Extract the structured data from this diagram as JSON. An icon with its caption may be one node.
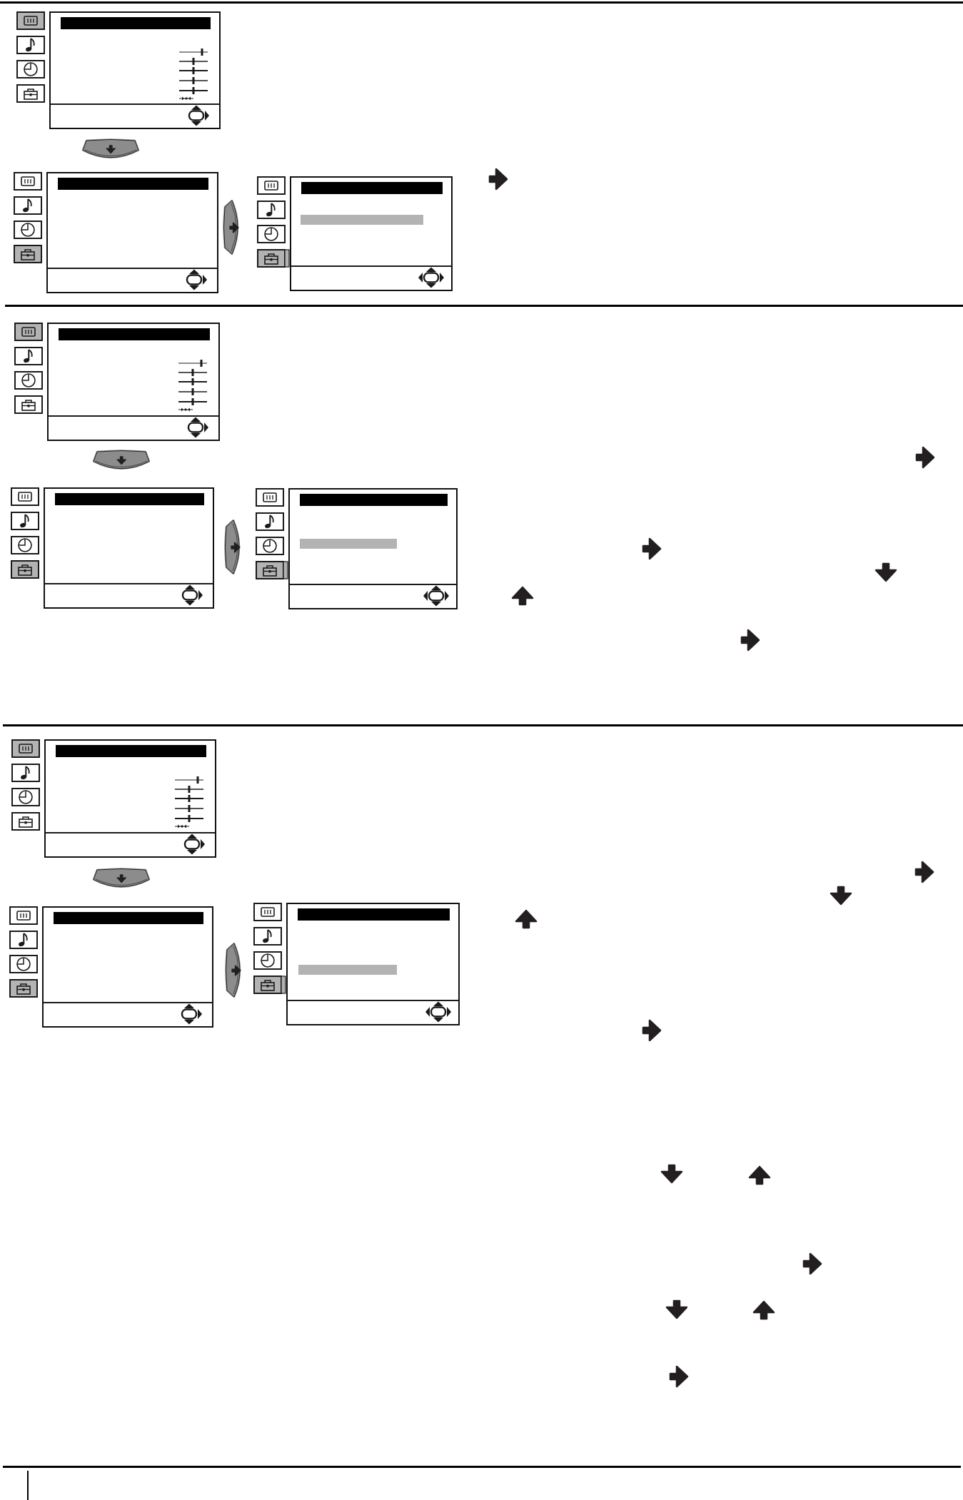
{
  "diagram": {
    "nodes": [
      {
        "text": [],
        "shape": "box"
      },
      {
        "text": [],
        "shape": "bar",
        "in": 0
      },
      {
        "text": [],
        "shape": "button"
      },
      {
        "text": [],
        "shape": "box"
      },
      {
        "text": [],
        "shape": "bar",
        "in": 3
      },
      {
        "text": [],
        "shape": "button"
      },
      {
        "text": [],
        "shape": "box"
      },
      {
        "text": [],
        "shape": "bar",
        "in": 6
      },
      {
        "text": [],
        "shape": "box"
      },
      {
        "text": [],
        "shape": "bar",
        "in": 8
      },
      {
        "text": [],
        "shape": "button"
      },
      {
        "text": [],
        "shape": "box"
      },
      {
        "text": [],
        "shape": "bar",
        "in": 11
      },
      {
        "text": [],
        "shape": "button"
      },
      {
        "text": [],
        "shape": "box"
      },
      {
        "text": [],
        "shape": "bar",
        "in": 14
      },
      {
        "text": [],
        "shape": "box"
      },
      {
        "text": [],
        "shape": "bar",
        "in": 16
      },
      {
        "text": [],
        "shape": "button"
      },
      {
        "text": [],
        "shape": "box"
      },
      {
        "text": [],
        "shape": "bar",
        "in": 19
      },
      {
        "text": [],
        "shape": "button"
      },
      {
        "text": [],
        "shape": "box"
      },
      {
        "text": [],
        "shape": "bar",
        "in": 22
      }
    ]
  }
}
